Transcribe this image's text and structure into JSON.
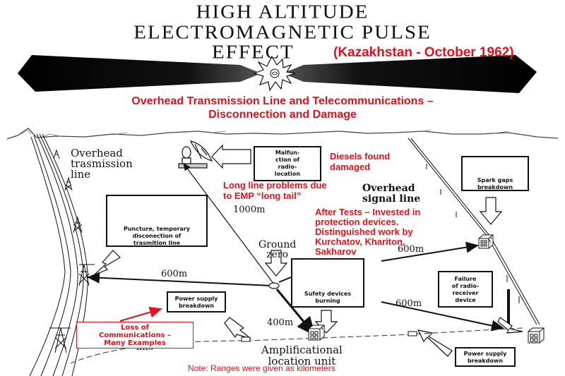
{
  "title": {
    "line1": "HIGH ALTITUDE",
    "line2": "ELECTROMAGNETIC PULSE",
    "line3": "EFFECT",
    "location": "(Kazakhstan - October 1962)"
  },
  "subtitle": {
    "line1": "Overhead Transmission Line and Telecommunications –",
    "line2": "Disconnection and Damage"
  },
  "labels": {
    "overhead_transmission": [
      "Overhead",
      "trasmission",
      "line"
    ],
    "overhead_signal": [
      "Overhead",
      "signal line"
    ],
    "ground_zero": [
      "Ground",
      "zero"
    ],
    "amplification_unit": [
      "Amplificational",
      "location unit"
    ],
    "line_word": "line"
  },
  "boxes": {
    "radiolocation": [
      "Malfun-",
      "ction of",
      "radio-",
      "location"
    ],
    "spark_gaps": [
      "Spark gaps",
      "breakdown"
    ],
    "puncture": [
      "Puncture, temporary",
      "disconection of",
      "trasmition line"
    ],
    "safety_devices": [
      "Sufety devices",
      "burning"
    ],
    "power_supply_left": [
      "Power supply",
      "breakdown"
    ],
    "power_supply_right": [
      "Power supply",
      "breakdown"
    ],
    "radio_receiver": [
      "Failure",
      "of radio-",
      "receiver",
      "device"
    ]
  },
  "annotations": {
    "diesels": [
      "Diesels found",
      "damaged"
    ],
    "long_line": [
      "Long line problems due",
      "to EMP “long tail”"
    ],
    "after_tests": [
      "After Tests – Invested in",
      "protection devices.",
      "Distinguished work by",
      "Kurchatov, Khariton,",
      "Sakharov"
    ],
    "loss_comms": [
      "Loss of",
      "Communications –",
      "Many Examples"
    ],
    "note": "Note:  Ranges were given as kilometers"
  },
  "distances": {
    "to_radar": "1000m",
    "to_signal_box": "600m",
    "to_transmission": "600m",
    "to_receiver": "600m",
    "to_amplifier": "400m"
  },
  "colors": {
    "annotation_red": "#e8101a",
    "ink": "#111111"
  }
}
